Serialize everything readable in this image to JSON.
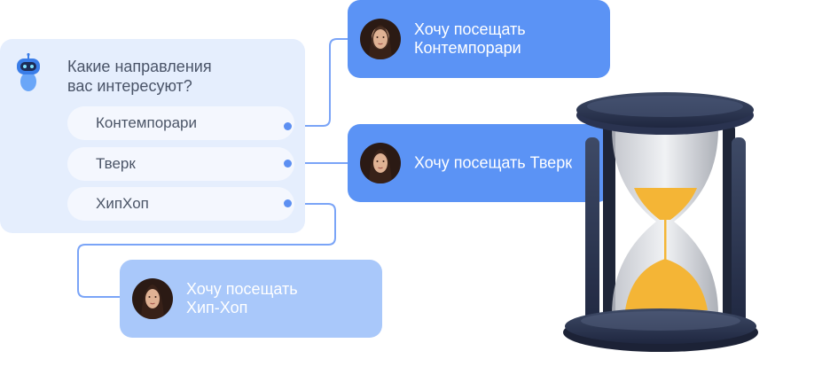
{
  "chat": {
    "question": "Какие направления\nвас интересуют?",
    "options": [
      {
        "label": "Контемпорари"
      },
      {
        "label": "Тверк"
      },
      {
        "label": "ХипХоп"
      }
    ]
  },
  "replies": [
    {
      "text": "Хочу посещать\nКонтемпорари"
    },
    {
      "text": "Хочу посещать Тверк"
    },
    {
      "text": "Хочу посещать\nХип-Хоп"
    }
  ],
  "colors": {
    "card_bg": "#e5eefd",
    "bubble_active": "#5b93f5",
    "bubble_light": "#a9c8fa",
    "connector": "#7aa4f7",
    "sand": "#f4b536"
  },
  "icons": {
    "bot": "robot-icon",
    "avatar": "user-avatar",
    "decor": "hourglass-icon"
  }
}
